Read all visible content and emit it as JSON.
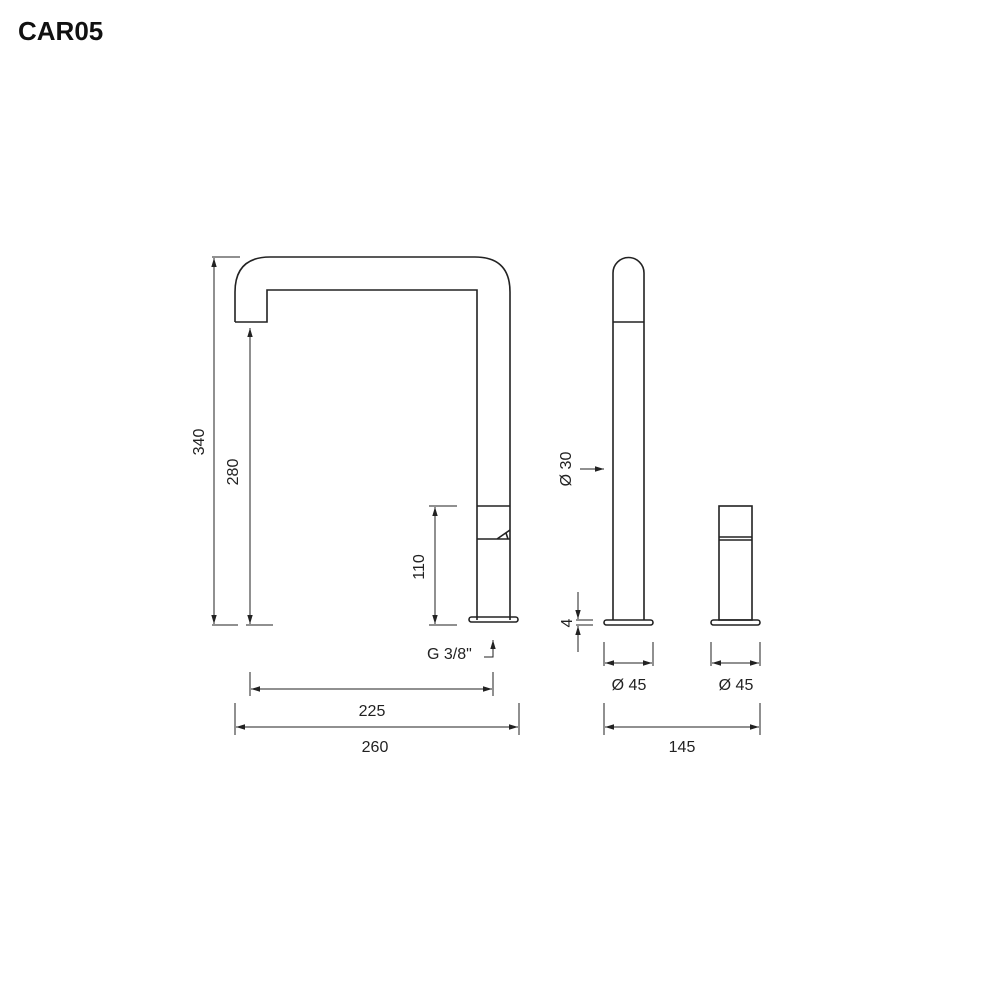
{
  "title": "CAR05",
  "dimensions": {
    "total_height": "340",
    "spout_height": "280",
    "collar_height": "110",
    "connection": "G 3/8\"",
    "spout_reach": "225",
    "total_width": "260",
    "spout_diameter": "Ø 30",
    "base_thickness": "4",
    "base_diameter_spout": "Ø 45",
    "base_diameter_handle": "Ø 45",
    "spacing": "145"
  }
}
